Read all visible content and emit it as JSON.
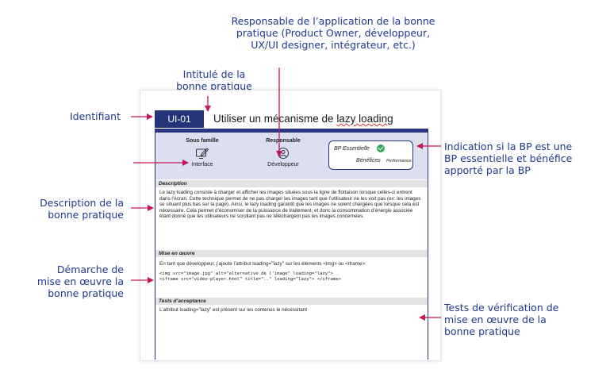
{
  "annotations": {
    "responsable": [
      "Responsable de l’application de la bonne",
      "pratique (Product Owner, développeur,",
      "UX/UI designer, intégrateur, etc.)"
    ],
    "intitule": [
      "Intitulé de la",
      "bonne pratique"
    ],
    "identifiant": "Identifiant",
    "indication": [
      "Indication si la BP est une",
      "BP essentielle et bénéfice",
      "apporté par la BP"
    ],
    "description": [
      "Description de la",
      "bonne pratique"
    ],
    "demarche": [
      "Démarche de",
      "mise en œuvre la",
      "bonne pratique"
    ],
    "tests": [
      "Tests de vérification de",
      "mise en œuvre de la",
      "bonne pratique"
    ]
  },
  "card": {
    "id": "UI-01",
    "title_pre": "Utiliser un mécanisme de ",
    "title_sq": "lazy loading",
    "sous_famille_label": "Sous famille",
    "sous_famille_value": "Interface",
    "responsable_label": "Responsable",
    "responsable_value": "Développeur",
    "bp_essentielle": "BP Essentielle",
    "benefices": "Bénéfices",
    "benefices_value": "Performance",
    "description_title": "Description",
    "description_text": "Le lazy loading consiste à charger et afficher les images situées sous la ligne de flottaison lorsque celles-ci entrent dans l’écran. Cette technique permet de ne pas charger les images tant que l’utilisateur ne les voit pas (ex: les images se situant plus bas sur la page). Ainsi, le lazy loading garantit que les images ne soient chargées que lorsque cela est nécessaire. Cela permet d’économiser de la puissance de traitement, et donc la consommation d’énergie associée étant donné que les utilisateurs ne scrollant pas ne téléchargent pas les images concernées.",
    "mise_title": "Mise en œuvre",
    "mise_text": "En tant que développeur, j’ajoute l’attribut loading=\"lazy\" sur les éléments <img> ou <iframe>:",
    "code_line1": "<img src=\"image.jpg\" alt=\"alternative de l'image\" loading=\"lazy\">",
    "code_line2": "<iframe src=\"video-player.html\" title=\"..\" loading=\"lazy\"> </iframe>",
    "tests_title": "Tests d’acceptance",
    "tests_text": "L’attribut loading=\"lazy\" est présent sur les contenus le nécessitant"
  },
  "colors": {
    "annotation": "#1f3a8c",
    "arrow": "#c2185b",
    "navy": "#2a3780",
    "meta_bg": "#dcdff0"
  }
}
